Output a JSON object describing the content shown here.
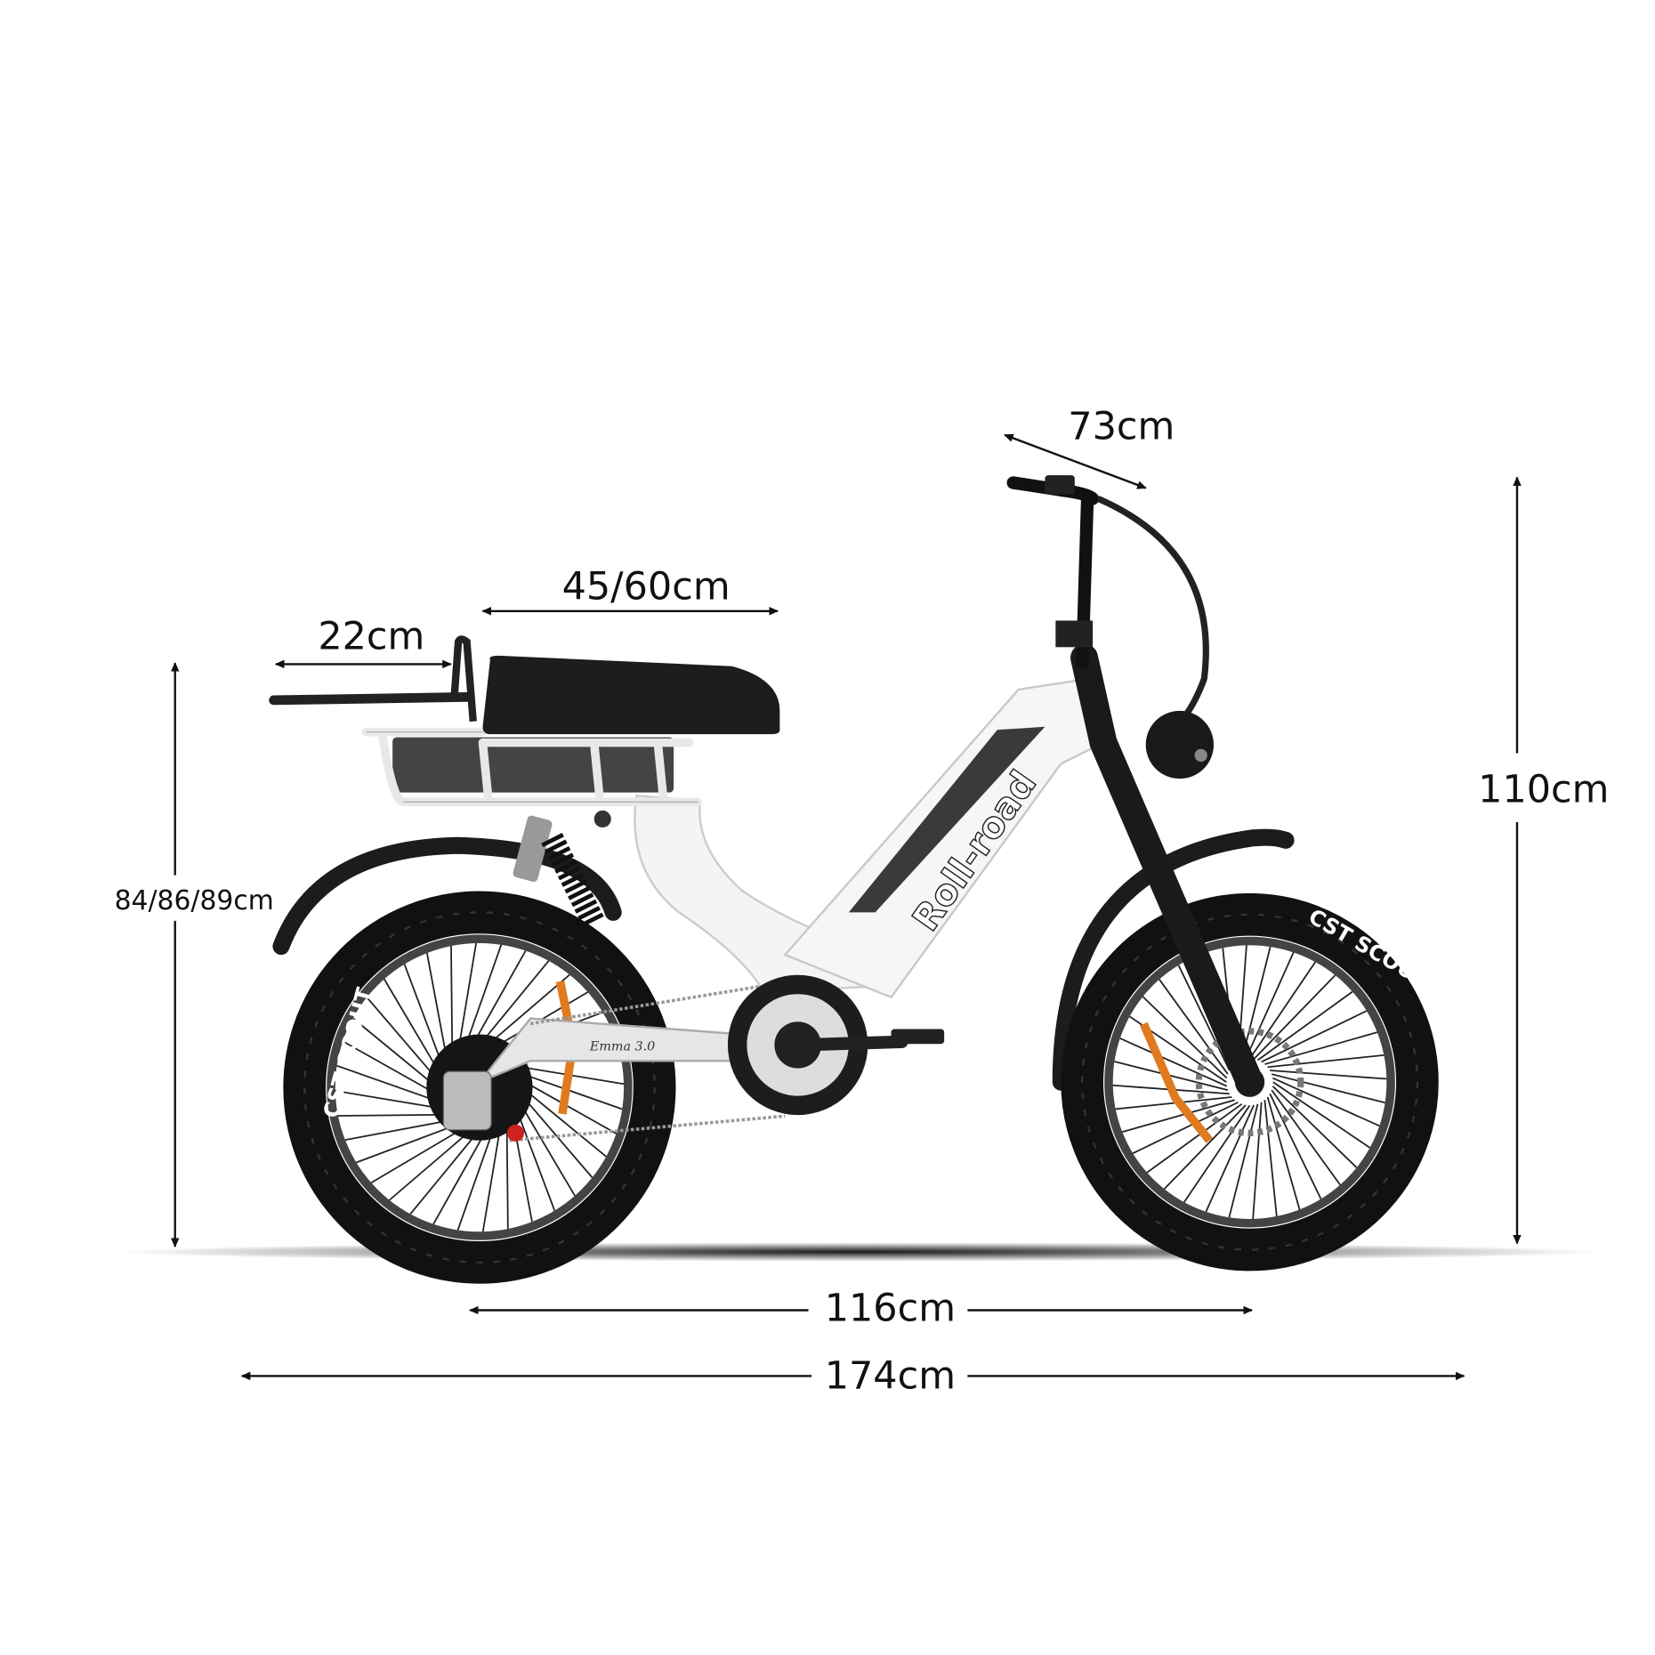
{
  "dimensions": {
    "handlebar_width": "73cm",
    "seat_length": "45/60cm",
    "rack_length": "22cm",
    "seat_height": "84/86/89cm",
    "overall_height": "110cm",
    "wheelbase": "116cm",
    "overall_length": "174cm"
  },
  "branding": {
    "frame_logo": "Roll-road",
    "model_name": "Emma 3.0",
    "tire_brand": "CST SCOUT"
  },
  "colors": {
    "frame": "#f4f4f4",
    "tire": "#111111",
    "accent_orange": "#e07a1f",
    "battery": "#3a3a3a"
  }
}
